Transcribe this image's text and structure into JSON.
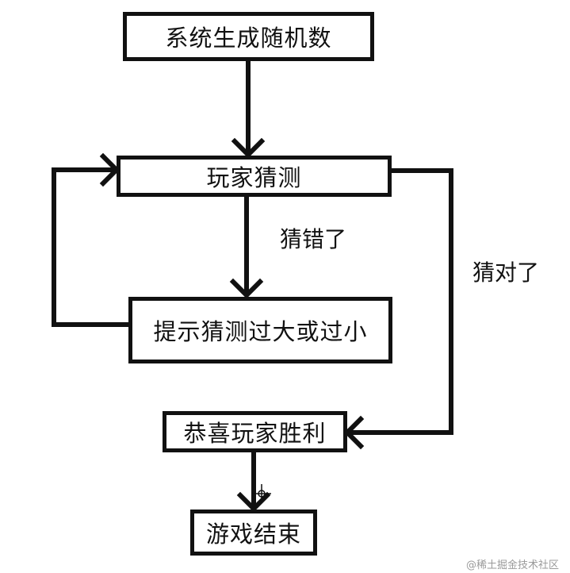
{
  "nodes": {
    "generate": "系统生成随机数",
    "guess": "玩家猜测",
    "hint": "提示猜测过大或过小",
    "win": "恭喜玩家胜利",
    "end": "游戏结束"
  },
  "edges": {
    "wrong_label": "猜错了",
    "right_label": "猜对了"
  },
  "watermark": "@稀土掘金技术社区",
  "colors": {
    "stroke": "#111111",
    "background": "#ffffff"
  }
}
